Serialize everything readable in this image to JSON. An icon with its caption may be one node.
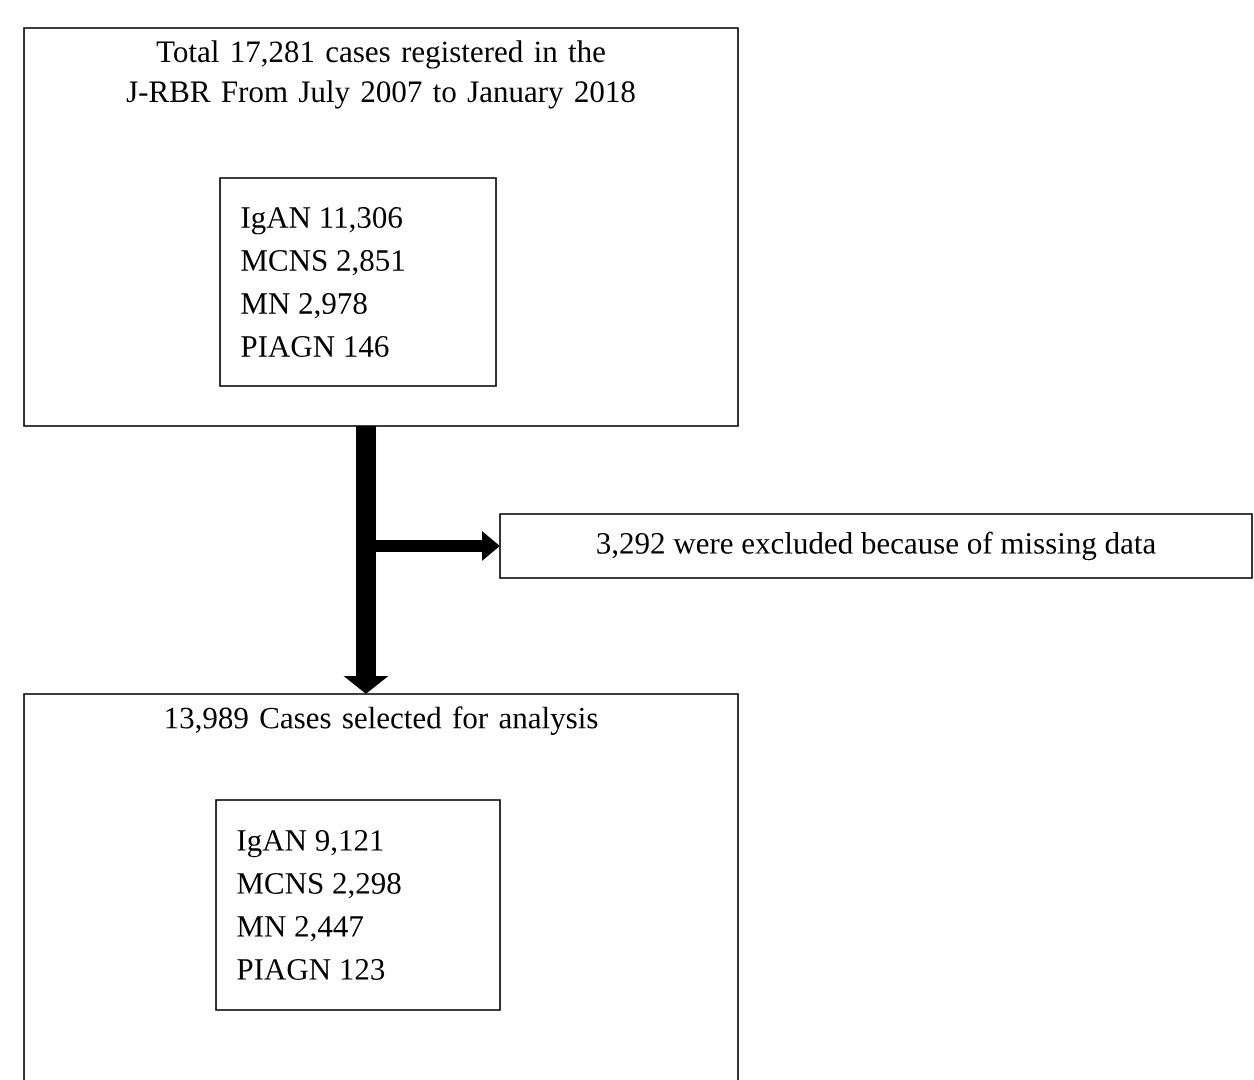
{
  "diagram": {
    "nodes": [
      {
        "text": [
          "Total 17,281 cases registered in the J-RBR From July 2007 to January 2018"
        ]
      },
      {
        "text": [
          "IgAN 11,306",
          "MCNS 2,851",
          "MN 2,978",
          "PIAGN 146"
        ],
        "in": 0
      },
      {
        "text": [
          "3,292 were excluded because of missing data"
        ]
      },
      {
        "text": [
          "13,989 Cases selected for analysis"
        ]
      },
      {
        "text": [
          "IgAN 9,121",
          "MCNS 2,298",
          "MN 2,447",
          "PIAGN 123"
        ],
        "in": 3
      }
    ],
    "edges": [
      {
        "from": 0,
        "to": 3,
        "arrow": "to"
      },
      {
        "from": 0,
        "to": 2,
        "arrow": "to"
      }
    ]
  }
}
